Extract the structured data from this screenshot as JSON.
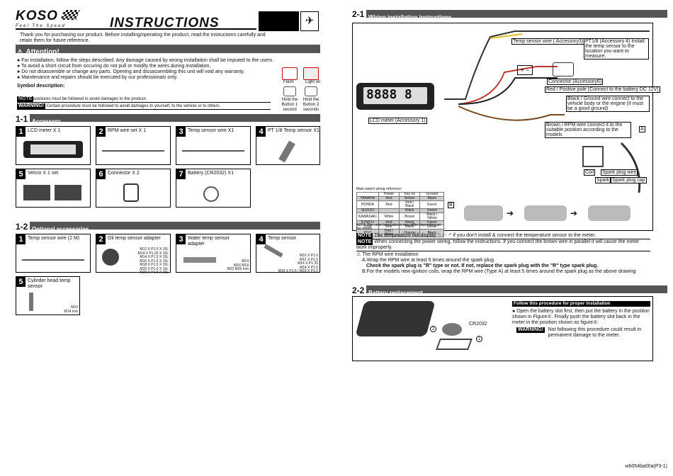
{
  "header": {
    "logo": "KOSO",
    "tagline": "Feel The Speed",
    "title": "INSTRUCTIONS"
  },
  "intro": "Thank you for purchasing our product. Before installing/operating the product, read the instructions carefully and retain them for future reference.",
  "attention": {
    "title": "Attention!",
    "bullets": [
      "For installation, follow the steps described. Any damage caused by wrong installation shall be imputed to the users.",
      "To avoid a short circuit from occuring do not pull or modify the wires during installation.",
      "Do not disassemble or change any parts. Opening and dissassembling this unit will void any warranty.",
      "Maintenance and repairs should be executed by our professionals only."
    ],
    "symbol_label": "Symbol description:",
    "note_tag": "NOTE",
    "note_text": "Some procedures must be followed to avoid damages to the product.",
    "warning_tag": "WARNING!",
    "warning_text": "Certain procedure must be followed to avoid damages to yourself, to the vehicle or to others.",
    "flash_label": "Flash",
    "light_on_label": "Light on",
    "hold1": "Hold the Button 1 second",
    "hold3": "Hold the Button 3 seconds"
  },
  "accessory": {
    "num": "1-1",
    "title": "Accessory",
    "items": [
      {
        "n": "1",
        "label": "LCD meter X 1"
      },
      {
        "n": "2",
        "label": "RPM wire set  X 1"
      },
      {
        "n": "3",
        "label": "Temp sensor wire X1"
      },
      {
        "n": "4",
        "label": "PT 1/8 Temp sensor X1"
      },
      {
        "n": "5",
        "label": "Velcro X 1 set"
      },
      {
        "n": "6",
        "label": "Connector  X 2"
      },
      {
        "n": "7",
        "label": "Battery (CR2032) X1"
      }
    ]
  },
  "optional": {
    "num": "1-2",
    "title": "Optional accessories",
    "items": [
      {
        "n": "1",
        "label": "Temp sensor wire (2 M)"
      },
      {
        "n": "2",
        "label": "Oil temp sensor adapter",
        "specs": [
          "M12 X P1.5 X 15L",
          "M14 X P1.25 X 15L",
          "M14 X P1.5 X 15L",
          "M16 X P1.5 X 15L",
          "M18 X P1.5 X 15L",
          "M20 X P1.0 X 15L",
          "M20 X P1.5 X 15L"
        ]
      },
      {
        "n": "3",
        "label": "Water temp sensor adapter",
        "specs": [
          "M14",
          "M16 M18",
          "M22 M26 mm"
        ]
      },
      {
        "n": "4",
        "label": "Temp sensor",
        "specs": [
          "M10 X P1.0",
          "M12 X P1.5",
          "M14 X P1.25",
          "M14 X P1.5",
          "M16 X P1.5 / M18 X P1.5"
        ]
      },
      {
        "n": "5",
        "label": "Cylinder head temp sensor",
        "specs": [
          "M10",
          "M14 mm"
        ]
      }
    ]
  },
  "wiring": {
    "num": "2-1",
    "title": "Wiring installation instructions",
    "temp_wire": "Temp sensor wire ( Accessory3)",
    "pt18": "PT1/8 (Accessory 4) Install the temp sensor to the location you want to measure.",
    "connector": "Connector (Accessory6)",
    "red_wire": "Red / Postive pole (Connect to the battery DC 12V)",
    "black_wire": "Black / Ground wire connect to the vehicle body or the engine (It must be a good ground)",
    "brown_wire": "Brown / RPM wire connect it to the suitable position according to the models",
    "lcd": "LCD meter (Accessory 1)",
    "coil": "Coil",
    "spark_wire": "Spark plug wire",
    "spark": "Spark",
    "spark_cap": "Spark plug cap",
    "marker_a": "A",
    "marker_b": "B",
    "table_title": "Main switch wiring reference:",
    "table_head": [
      "",
      "Power",
      "Key on",
      "Ground"
    ],
    "table_rows": [
      [
        "YAMAHA",
        "Red",
        "Brown",
        "Black"
      ],
      [
        "HONDA",
        "Red",
        "Red / Black",
        "Green"
      ],
      [
        "SUZUKI",
        "",
        "Black",
        "Green"
      ],
      [
        "KAWASAKI",
        "White",
        "Brown",
        "Black / Yellow"
      ],
      [
        "KYMCO",
        "Red",
        "Black",
        "Green"
      ],
      [
        "SYM",
        "Red",
        "Black",
        "Green"
      ],
      [
        "PGO",
        "Red / White",
        "Orange",
        "Black"
      ]
    ],
    "table_note": "NOTE The color listed above may differ depending on the model.",
    "note1": "The temperature will display \"- - - -\" if you don't install & connect the temperature sensor to the meter.",
    "note2": "When connecting the power wiring, follow the instructions. If you connect the brown wire in parallel it will cause the meter work improperly.",
    "rpm_title": "The RPM wire installation",
    "rpm_a": "A.Wrap the RPM wire at least 5 times around the spark plug.",
    "rpm_a_bold": "Check the spark plug is \"R\" type or not. If not, replace the spark plug with the \"R\" type spark plug.",
    "rpm_b": "B.For the models new ignition coils, wrap the RPM wire (Type A) at least 5 times around the spark plug as the above drawing",
    "meter_digits": "8888",
    "meter_gear": "8"
  },
  "battery": {
    "num": "2-2",
    "title": "Battery replacement",
    "cr": "CR2032",
    "c1": "1",
    "c2": "2",
    "follow": "Follow this procedure for proper installation",
    "step": "Open the battery slot first, then put the battery in the position shown in Figure①. Finally push the battery slot back in the meter in the position shown as figure②.",
    "warning_tag": "WARNING!",
    "warning_text": "Not following this procedure could result in permanent damage to the meter."
  },
  "footer": "wh054ba00a(P3-1)",
  "colors": {
    "section_bar": "#555555",
    "wire_red": "#c0392b",
    "wire_yellow": "#e0c020",
    "wire_brown": "#7a4a20"
  }
}
